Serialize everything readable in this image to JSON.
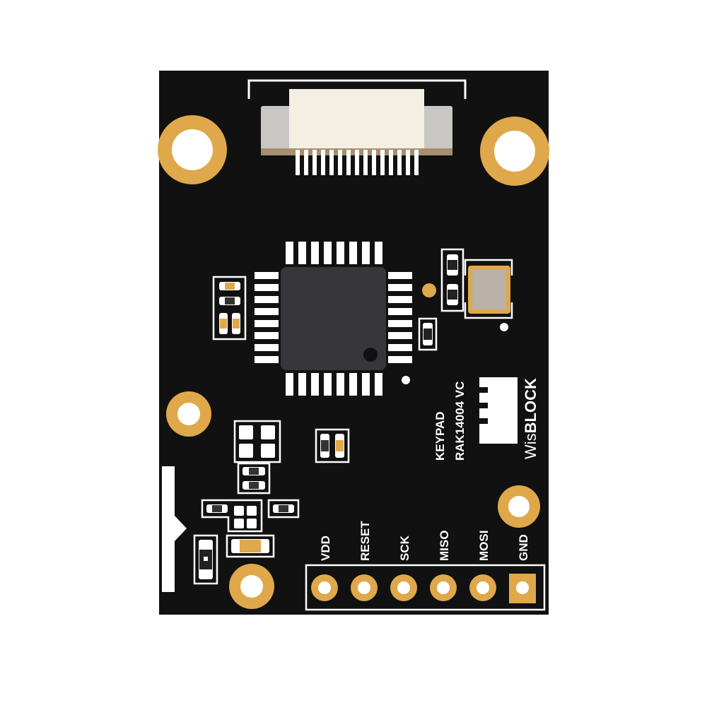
{
  "board": {
    "colors": {
      "pcb": "#111111",
      "gold": "#dfa84b",
      "silk": "#ffffff",
      "chip": "#37363b",
      "connector_body": "#f3efe2",
      "connector_side": "#c9c7c4",
      "crystal": "#b9b1aa"
    },
    "silkscreen": {
      "label_line1": "KEYPAD",
      "label_line2": "RAK14004 VC",
      "brand_prefix": "Wis",
      "brand_main": "BLOCK"
    },
    "pin_labels": [
      "VDD",
      "RESET",
      "SCK",
      "MISO",
      "MOSI",
      "GND"
    ],
    "icons": {
      "mounting_hole": "mounting-hole-icon",
      "ffc_connector": "ffc-connector-icon",
      "mcu_chip": "qfn-chip-icon",
      "crystal": "crystal-oscillator-icon"
    }
  }
}
